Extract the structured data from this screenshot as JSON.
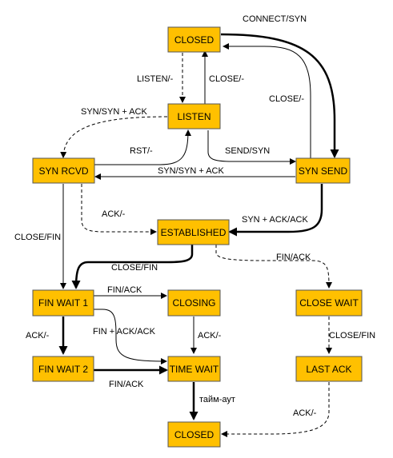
{
  "states": {
    "closed_top": "CLOSED",
    "listen": "LISTEN",
    "syn_rcvd": "SYN RCVD",
    "syn_send": "SYN SEND",
    "established": "ESTABLISHED",
    "fin_wait_1": "FIN WAIT 1",
    "closing": "CLOSING",
    "close_wait": "CLOSE WAIT",
    "fin_wait_2": "FIN WAIT 2",
    "time_wait": "TIME WAIT",
    "last_ack": "LAST ACK",
    "closed_bottom": "CLOSED"
  },
  "edges": {
    "connect_syn": "CONNECT/SYN",
    "listen_passive": "LISTEN/-",
    "close_listen": "CLOSE/-",
    "close_synsend": "CLOSE/-",
    "syn_synack_rcvd": "SYN/SYN + ACK",
    "rst": "RST/-",
    "send_syn": "SEND/SYN",
    "syn_synack_simul": "SYN/SYN + ACK",
    "ack_rcvd": "ACK/-",
    "synack_ack": "SYN + ACK/ACK",
    "close_fin_rcvd": "CLOSE/FIN",
    "close_fin_est": "CLOSE/FIN",
    "fin_ack_est": "FIN/ACK",
    "fin_ack_fw1": "FIN/ACK",
    "ack_fw1": "ACK/-",
    "fin_ack_ack": "FIN + ACK/ACK",
    "ack_closing": "ACK/-",
    "close_fin_cw": "CLOSE/FIN",
    "fin_ack_fw2": "FIN/ACK",
    "timeout": "тайм-аут",
    "ack_lastack": "ACK/-"
  },
  "colors": {
    "state_fill": "#FFC000",
    "state_border": "#555555",
    "line": "#000000"
  }
}
